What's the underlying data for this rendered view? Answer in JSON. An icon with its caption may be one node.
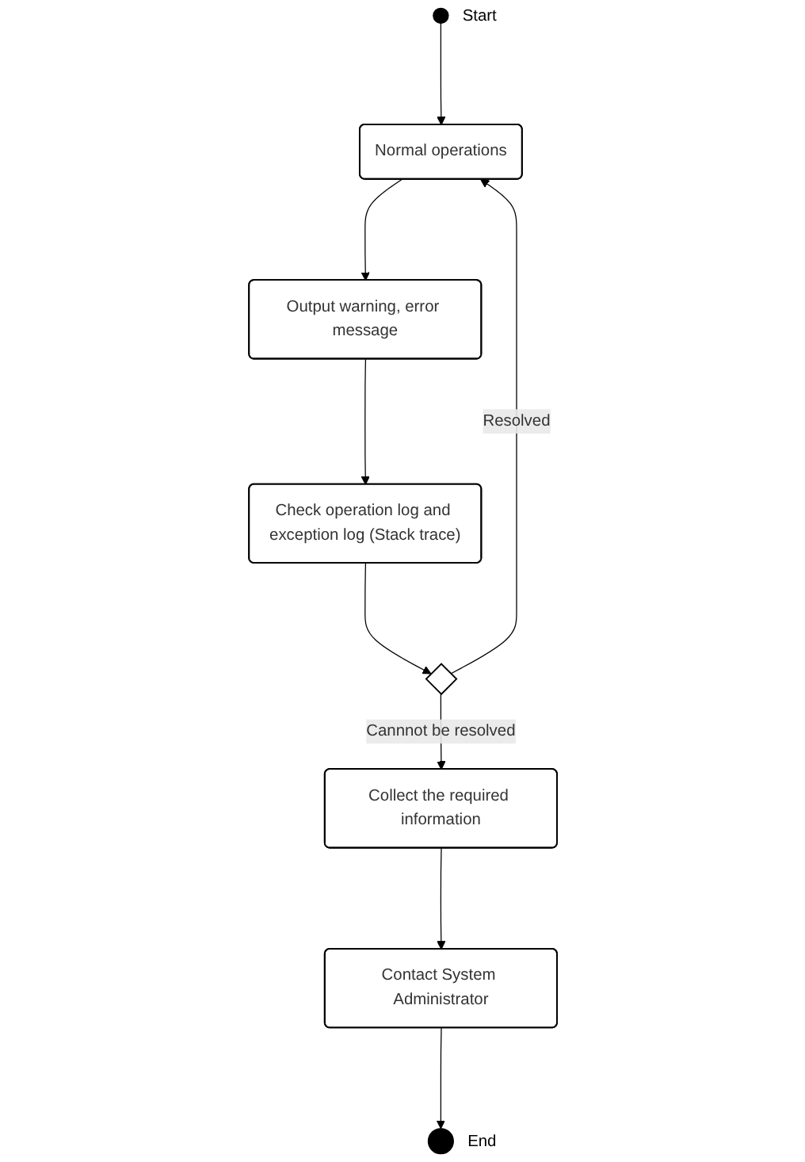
{
  "diagram": {
    "nodes": [
      {
        "text": [],
        "shape": "circle",
        "beside": [
          "Start"
        ]
      },
      {
        "text": [
          "Normal operations"
        ]
      },
      {
        "text": [
          "Output warning, error message"
        ]
      },
      {
        "text": [
          "Check operation log and exception log (Stack trace)"
        ]
      },
      {
        "text": [],
        "shape": "diamond"
      },
      {
        "text": [
          "Collect the required information"
        ]
      },
      {
        "text": [
          "Contact System Administrator"
        ]
      },
      {
        "text": [],
        "shape": "circle",
        "beside": [
          "End"
        ]
      }
    ],
    "edges": [
      {
        "from": 0,
        "to": 1,
        "arrow": "to"
      },
      {
        "from": 1,
        "to": 2,
        "arrow": "to"
      },
      {
        "from": 2,
        "to": 3,
        "arrow": "to"
      },
      {
        "from": 3,
        "to": 4,
        "arrow": "to"
      },
      {
        "from": 4,
        "to": 1,
        "arrow": "to",
        "label": "Resolved"
      },
      {
        "from": 4,
        "to": 5,
        "arrow": "to",
        "label": "Cannnot be resolved"
      },
      {
        "from": 5,
        "to": 6,
        "arrow": "to"
      },
      {
        "from": 6,
        "to": 7,
        "arrow": "to"
      }
    ]
  }
}
